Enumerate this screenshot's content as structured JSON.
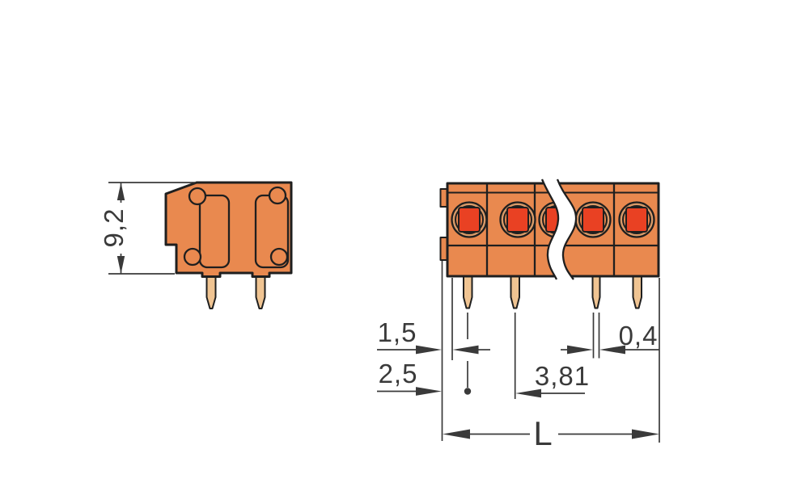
{
  "drawing": {
    "labels": {
      "height": "9,2",
      "edge_offset_small": "1,5",
      "edge_offset_large": "2,5",
      "pitch": "3,81",
      "pin_width": "0,4",
      "length": "L"
    },
    "colors": {
      "background": "#ffffff",
      "body": "#e9894f",
      "ring": "#d99a68",
      "opening": "#e94123",
      "pin": "#f0c492",
      "outline": "#1f1f1f",
      "dimension": "#3a3a3a"
    }
  }
}
